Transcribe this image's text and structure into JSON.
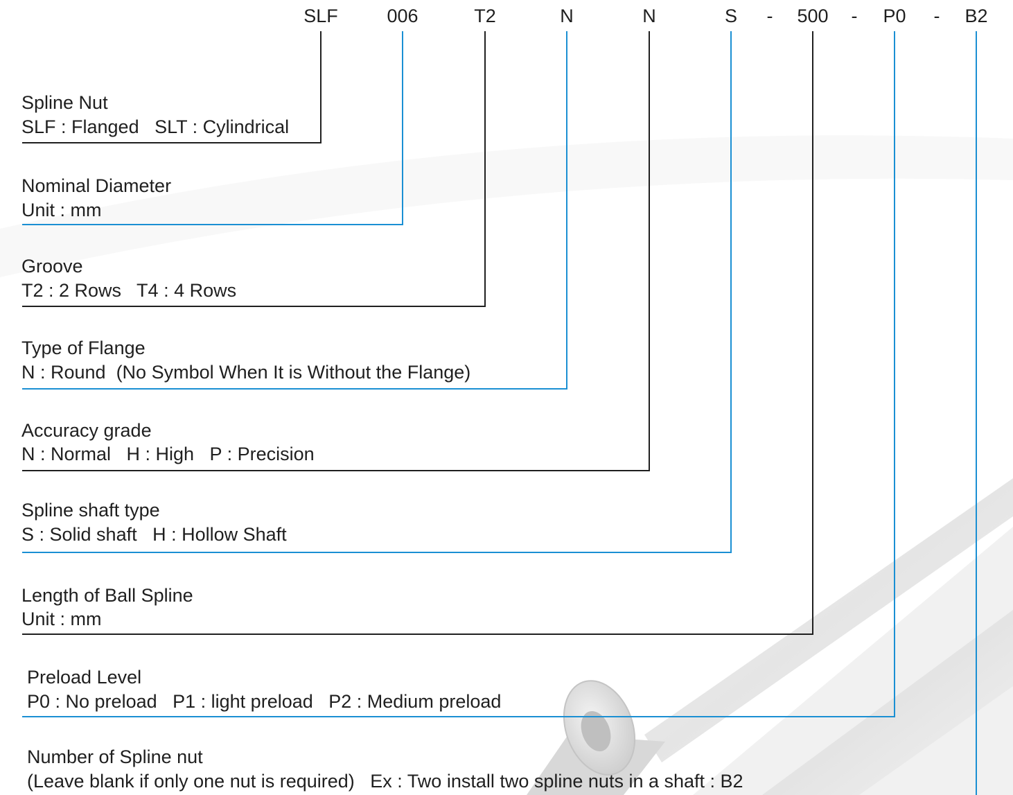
{
  "colors": {
    "black_leader": "#1f1f1f",
    "blue_leader": "#1a8fd3",
    "text": "#1f1f1f"
  },
  "code": {
    "parts": [
      {
        "id": "SLF",
        "text": "SLF",
        "color": "black"
      },
      {
        "id": "006",
        "text": "006",
        "color": "blue"
      },
      {
        "id": "T2",
        "text": "T2",
        "color": "black"
      },
      {
        "id": "N-flange",
        "text": "N",
        "color": "blue"
      },
      {
        "id": "N-accuracy",
        "text": "N",
        "color": "black"
      },
      {
        "id": "S",
        "text": "S",
        "color": "blue"
      },
      {
        "id": "500",
        "text": "500",
        "color": "black"
      },
      {
        "id": "P0",
        "text": "P0",
        "color": "blue"
      },
      {
        "id": "B2",
        "text": "B2",
        "color": "blue"
      }
    ],
    "separators": [
      "-",
      "-",
      "-",
      "-"
    ]
  },
  "entries": [
    {
      "title": "Spline Nut",
      "desc": "SLF : Flanged   SLT : Cylindrical"
    },
    {
      "title": "Nominal Diameter",
      "desc": "Unit : mm"
    },
    {
      "title": "Groove",
      "desc": "T2 : 2 Rows   T4 : 4 Rows"
    },
    {
      "title": "Type of Flange",
      "desc": "N : Round  (No Symbol When It is Without the Flange)"
    },
    {
      "title": "Accuracy grade",
      "desc": "N : Normal   H : High   P : Precision"
    },
    {
      "title": "Spline shaft type",
      "desc": "S : Solid shaft   H : Hollow Shaft"
    },
    {
      "title": "Length of Ball Spline",
      "desc": "Unit : mm"
    },
    {
      "title": "Preload Level",
      "desc": "P0 : No preload   P1 : light preload   P2 : Medium preload"
    },
    {
      "title": "Number of Spline nut",
      "desc": "(Leave blank if only one nut is required)   Ex : Two install two spline nuts in a shaft : B2"
    }
  ]
}
